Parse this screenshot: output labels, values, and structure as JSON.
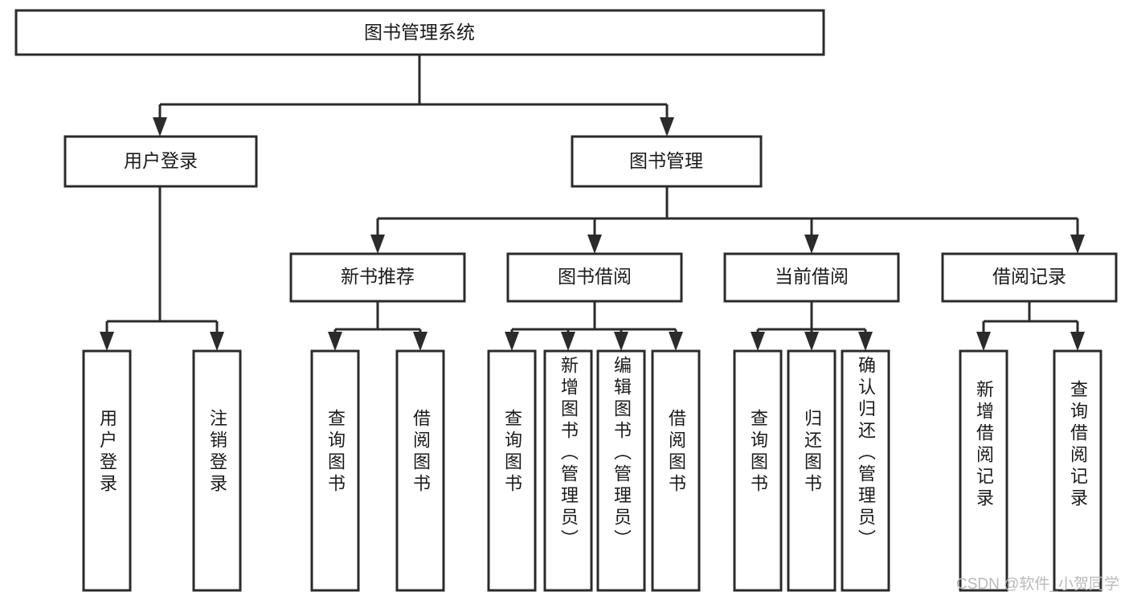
{
  "diagram": {
    "type": "tree-hierarchy",
    "title": "图书管理系统",
    "colors": {
      "stroke": "#2b2b2b",
      "box_fill": "#ffffff",
      "text": "#1b1b1b",
      "background": "#ffffff",
      "watermark": "#b9b9b9"
    },
    "root": {
      "label": "图书管理系统"
    },
    "level2": [
      {
        "label": "用户登录"
      },
      {
        "label": "图书管理"
      }
    ],
    "level3": [
      {
        "label": "新书推荐"
      },
      {
        "label": "图书借阅"
      },
      {
        "label": "当前借阅"
      },
      {
        "label": "借阅记录"
      }
    ],
    "leaves": {
      "user_login": [
        {
          "label": "用户登录"
        },
        {
          "label": "注销登录"
        }
      ],
      "new_book_recommend": [
        {
          "label": "查询图书"
        },
        {
          "label": "借阅图书"
        }
      ],
      "book_borrow": [
        {
          "label": "查询图书"
        },
        {
          "label": "新增图书（管理员）"
        },
        {
          "label": "编辑图书（管理员）"
        },
        {
          "label": "借阅图书"
        }
      ],
      "current_borrow": [
        {
          "label": "查询图书"
        },
        {
          "label": "归还图书"
        },
        {
          "label": "确认归还（管理员）"
        }
      ],
      "borrow_records": [
        {
          "label": "新增借阅记录"
        },
        {
          "label": "查询借阅记录"
        }
      ]
    },
    "watermark": "CSDN @软件_小贺同学"
  }
}
